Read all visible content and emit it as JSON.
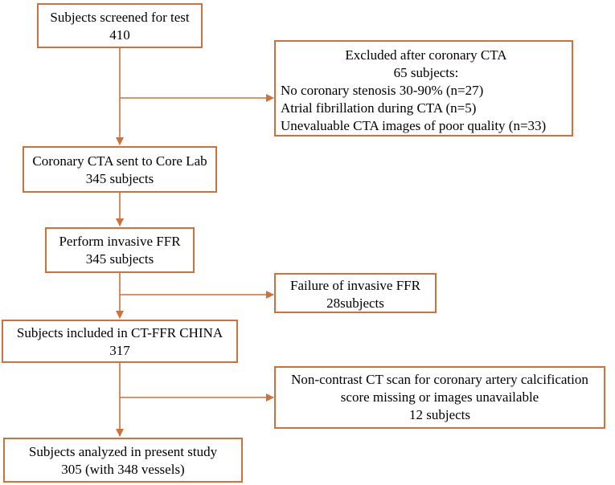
{
  "flow": {
    "screened": {
      "title": "Subjects screened for test",
      "count": "410"
    },
    "excluded_cta": {
      "title": "Excluded after  coronary CTA",
      "count": "65 subjects:",
      "reasons": [
        "No coronary stenosis 30-90% (n=27)",
        "Atrial fibrillation during CTA (n=5)",
        "Unevaluable CTA images of poor quality (n=33)"
      ]
    },
    "core_lab": {
      "title": "Coronary CTA sent to Core Lab",
      "count": "345 subjects"
    },
    "invasive_ffr": {
      "title": "Perform invasive FFR",
      "count": "345 subjects"
    },
    "ffr_failure": {
      "title": "Failure of invasive FFR",
      "count": "28subjects"
    },
    "included": {
      "title": "Subjects included in CT-FFR CHINA",
      "count": "317"
    },
    "calcium_missing": {
      "line1": "Non-contrast CT scan for coronary artery calcification",
      "line2": "score missing or images unavailable",
      "count": "12 subjects"
    },
    "analyzed": {
      "title": "Subjects analyzed in present study",
      "count": "305 (with 348 vessels)"
    }
  },
  "colors": {
    "border": "#d0703a",
    "arrow": "#d0703a",
    "text": "#000000"
  }
}
